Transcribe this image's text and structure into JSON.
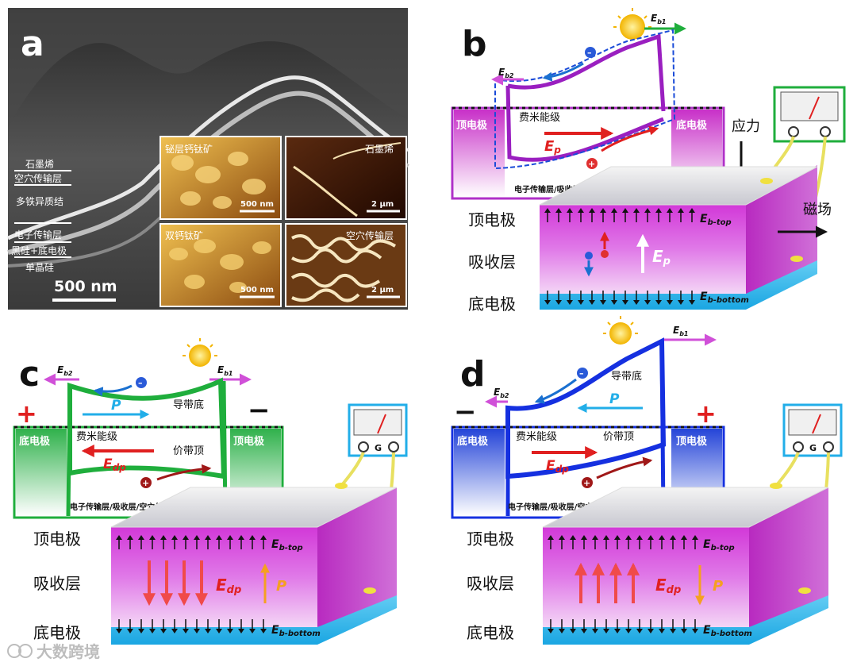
{
  "panel_a": {
    "letter": "a",
    "layers": [
      "石墨烯",
      "空穴传输层",
      "多铁异质结",
      "电子传输层",
      "黑硅+底电极",
      "单晶硅"
    ],
    "scale": "500 nm",
    "insets": [
      {
        "label": "铋层钙钛矿",
        "scale": "500 nm"
      },
      {
        "label": "石墨烯",
        "scale": "2 μm"
      },
      {
        "label": "双钙钛矿",
        "scale": "500 nm"
      },
      {
        "label": "空穴传输层",
        "scale": "2 μm"
      }
    ]
  },
  "panel_b": {
    "letter": "b",
    "eb1": "E",
    "eb1_sub": "b1",
    "eb2": "E",
    "eb2_sub": "b2",
    "top_electrode": "顶电极",
    "fermi": "费米能级",
    "bottom_electrode": "底电极",
    "ep": "E",
    "ep_sub": "p",
    "layers_caption": "电子传输层/吸收层/空穴传输层",
    "stress": "应力",
    "magnetic": "磁场",
    "label_top": "顶电极",
    "label_absorb": "吸收层",
    "label_bottom": "底电极",
    "ebtop": "E",
    "ebtop_sub": "b-top",
    "ebbottom": "E",
    "ebbottom_sub": "b-bottom",
    "ep2": "E",
    "ep2_sub": "p"
  },
  "panel_c": {
    "letter": "c",
    "eb2": "E",
    "eb2_sub": "b2",
    "eb1": "E",
    "eb1_sub": "b1",
    "plus": "+",
    "minus": "−",
    "p": "P",
    "conduction": "导带底",
    "bottom_electrode": "底电极",
    "fermi": "费米能级",
    "top_electrode": "顶电极",
    "edp": "E",
    "edp_sub": "dp",
    "valence": "价带顶",
    "layers_caption": "电子传输层/吸收层/空穴传输层",
    "label_top": "顶电极",
    "label_absorb": "吸收层",
    "label_bottom": "底电极",
    "ebtop": "E",
    "ebtop_sub": "b-top",
    "ebbottom": "E",
    "ebbottom_sub": "b-bottom",
    "edp2": "E",
    "edp2_sub": "dp",
    "p2": "P",
    "meter": "G"
  },
  "panel_d": {
    "letter": "d",
    "eb1": "E",
    "eb1_sub": "b1",
    "eb2": "E",
    "eb2_sub": "b2",
    "conduction": "导带底",
    "p": "P",
    "minus": "−",
    "plus": "+",
    "bottom_electrode": "底电极",
    "fermi": "费米能级",
    "valence": "价带顶",
    "top_electrode": "顶电极",
    "edp": "E",
    "edp_sub": "dp",
    "layers_caption": "电子传输层/吸收层/空穴传输层",
    "label_top": "顶电极",
    "label_absorb": "吸收层",
    "label_bottom": "底电极",
    "ebtop": "E",
    "ebtop_sub": "b-top",
    "ebbottom": "E",
    "ebbottom_sub": "b-bottom",
    "edp2": "E",
    "edp2_sub": "dp",
    "p2": "P",
    "meter": "G"
  },
  "watermark": "大数跨境",
  "colors": {
    "green": "#1fae3c",
    "blue": "#1530e0",
    "purple": "#a020c8",
    "magenta": "#d93ad6",
    "red_arrow": "#e02020",
    "cyan": "#22aee8"
  }
}
